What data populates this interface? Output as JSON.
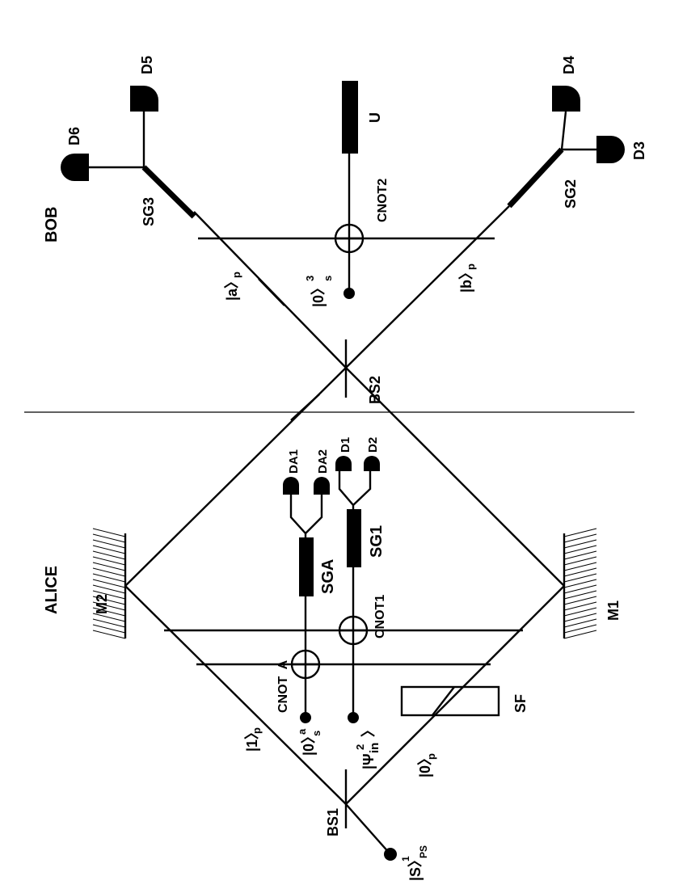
{
  "labels": {
    "alice": "ALICE",
    "bob": "BOB",
    "bs1": "BS1",
    "bs2": "BS2",
    "m1": "M1",
    "m2": "M2",
    "sf": "SF",
    "sga": "SGA",
    "sg1": "SG1",
    "sg2": "SG2",
    "sg3": "SG3",
    "u": "U",
    "cnot_a": "CNOT  A",
    "cnot1": "CNOT1",
    "cnot2": "CNOT2",
    "da1": "DA1",
    "da2": "DA2",
    "d1": "D1",
    "d2": "D2",
    "d3": "D3",
    "d4": "D4",
    "d5": "D5",
    "d6": "D6"
  },
  "states": {
    "source": "|S〉",
    "source_sup": "1",
    "source_sub": "PS",
    "path1": "|1〉",
    "path1_sub": "p",
    "path0": "|0〉",
    "path0_sub": "p",
    "ancilla": "|0〉",
    "ancilla_sup": "a",
    "ancilla_sub": "s",
    "psi_in": "|Ψ",
    "psi_sup": "2",
    "psi_sub": "in",
    "psi_close": "〉",
    "path_a": "|a〉",
    "path_a_sub": "p",
    "path_b": "|b〉",
    "path_b_sub": "p",
    "bob_spin": "|0〉",
    "bob_spin_sup": "3",
    "bob_spin_sub": "s"
  }
}
